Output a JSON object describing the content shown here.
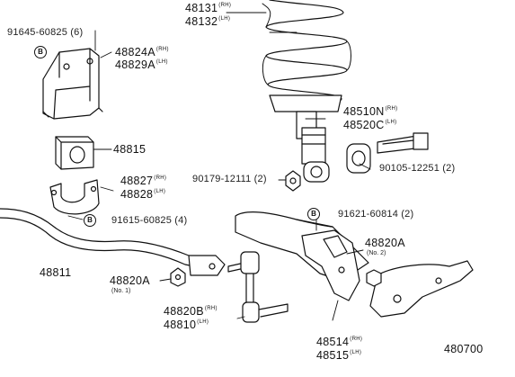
{
  "colors": {
    "ink": "#111111",
    "paper": "#ffffff"
  },
  "parts": {
    "spring_rh": "48131",
    "spring_lh": "48132",
    "spring_rh_sfx": "(RH)",
    "spring_lh_sfx": "(LH)",
    "bolt_top_left": "91645-60825 (6)",
    "bracket_rh": "48824A",
    "bracket_lh": "48829A",
    "bracket_rh_sfx": "(RH)",
    "bracket_lh_sfx": "(LH)",
    "bushing": "48815",
    "shock_rh": "48510N",
    "shock_lh": "48520C",
    "shock_rh_sfx": "(RH)",
    "shock_lh_sfx": "(LH)",
    "bracket2_rh": "48827",
    "bracket2_lh": "48828",
    "bracket2_rh_sfx": "(RH)",
    "bracket2_lh_sfx": "(LH)",
    "nut_mid": "90179-12111 (2)",
    "bolt_right": "90105-12251 (2)",
    "bolt_mid_left": "91615-60825 (4)",
    "bolt_mid_right": "91621-60814 (2)",
    "stabilizer_bar": "48811",
    "bracket3": "48820A",
    "bracket3_note": "(No. 2)",
    "nut_left": "48820A",
    "nut_left_note": "(No. 1)",
    "link_rh": "48820B",
    "link_lh": "48810",
    "link_rh_sfx": "(RH)",
    "link_lh_sfx": "(LH)",
    "arm_rh": "48514",
    "arm_lh": "48515",
    "arm_rh_sfx": "(RH)",
    "arm_lh_sfx": "(LH)",
    "diagram_code": "480700"
  },
  "marks": {
    "b": "B"
  }
}
